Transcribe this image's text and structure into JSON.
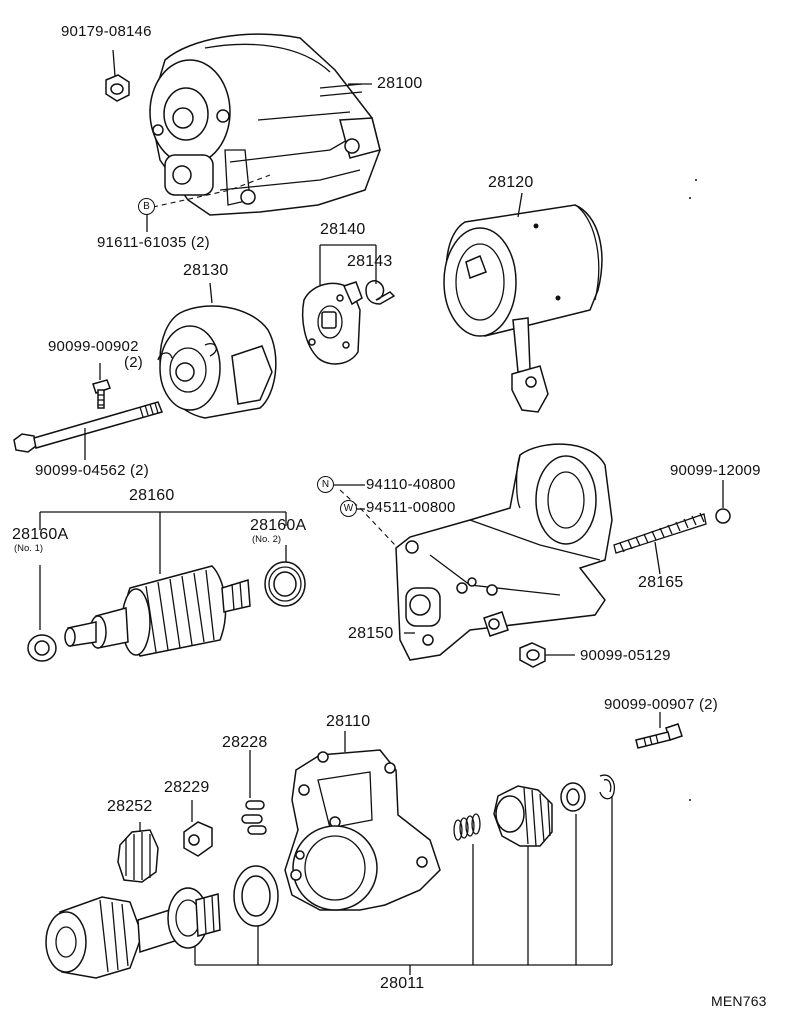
{
  "diagram_code": "MEN763",
  "bubbles": {
    "b": "B",
    "n": "N",
    "w": "W"
  },
  "labels": {
    "p_90179_08146": "90179-08146",
    "p_28100": "28100",
    "p_91611_61035": "91611-61035 (2)",
    "p_28120": "28120",
    "p_28140": "28140",
    "p_28143": "28143",
    "p_28130": "28130",
    "p_90099_00902": "90099-00902",
    "p_90099_00902_qty": "(2)",
    "p_90099_04562": "90099-04562 (2)",
    "p_94110_40800": "94110-40800",
    "p_94511_00800": "94511-00800",
    "p_90099_12009": "90099-12009",
    "p_28160": "28160",
    "p_28160a_1": "28160A",
    "p_28160a_1_note": "(No. 1)",
    "p_28160a_2": "28160A",
    "p_28160a_2_note": "(No. 2)",
    "p_28165": "28165",
    "p_28150": "28150",
    "p_90099_05129": "90099-05129",
    "p_90099_00907": "90099-00907 (2)",
    "p_28110": "28110",
    "p_28228": "28228",
    "p_28229": "28229",
    "p_28252": "28252",
    "p_28011": "28011"
  }
}
